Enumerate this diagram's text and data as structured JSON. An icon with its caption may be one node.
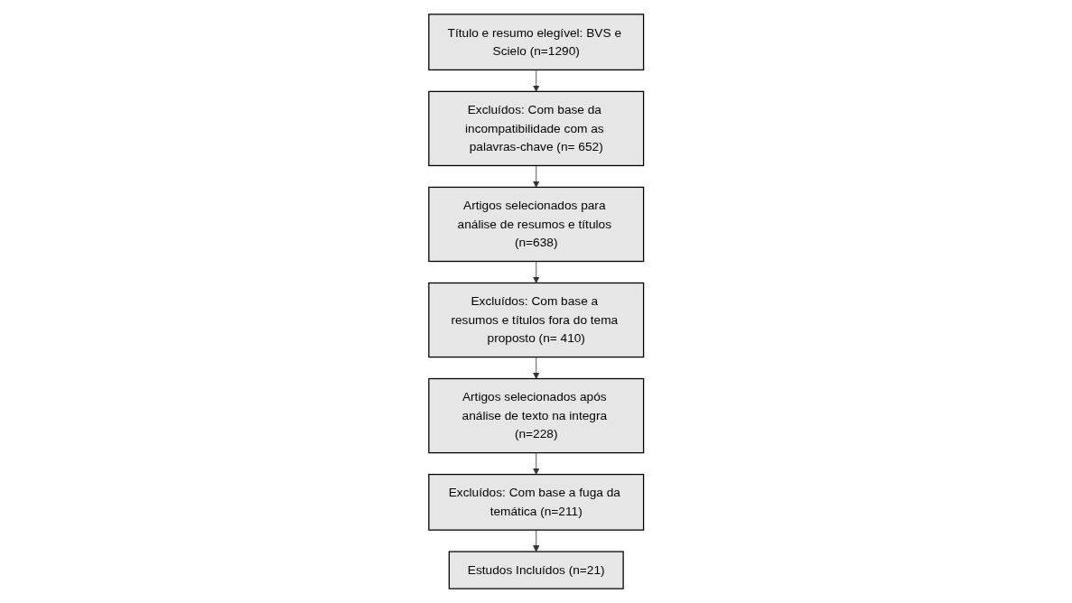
{
  "diagram": {
    "nodes": [
      {
        "text": [
          "Título e resumo elegível: BVS e Scielo (n=1290)"
        ]
      },
      {
        "text": [
          "Excluídos: Com base da incompatibilidade com as palavras-chave (n= 652)"
        ]
      },
      {
        "text": [
          "Artigos selecionados para análise de resumos e títulos (n=638)"
        ]
      },
      {
        "text": [
          "Excluídos: Com base a resumos e títulos fora do tema proposto (n= 410)"
        ]
      },
      {
        "text": [
          "Artigos selecionados após análise de texto na integra (n=228)"
        ]
      },
      {
        "text": [
          "Excluídos: Com base a fuga da temática (n=211)"
        ]
      },
      {
        "text": [
          "Estudos Incluídos (n=21)"
        ]
      }
    ],
    "edges": [
      {
        "from": 0,
        "to": 1,
        "arrow": "to"
      },
      {
        "from": 1,
        "to": 2,
        "arrow": "to"
      },
      {
        "from": 2,
        "to": 3,
        "arrow": "to"
      },
      {
        "from": 3,
        "to": 4,
        "arrow": "to"
      },
      {
        "from": 4,
        "to": 5,
        "arrow": "to"
      },
      {
        "from": 5,
        "to": 6,
        "arrow": "to"
      }
    ]
  }
}
